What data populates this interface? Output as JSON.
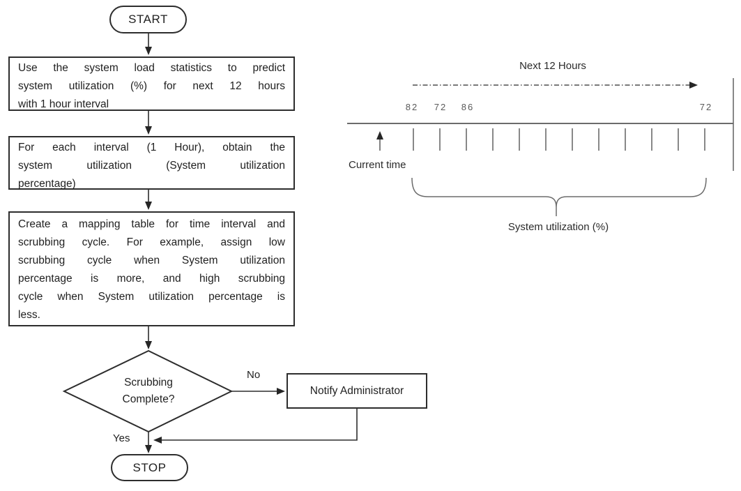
{
  "flowchart": {
    "start_label": "START",
    "stop_label": "STOP",
    "step_predict": {
      "lines": [
        "Use the system load statistics to predict",
        "system utilization (%) for next 12 hours",
        "with 1 hour interval"
      ]
    },
    "step_obtain": {
      "lines": [
        "For each interval (1 Hour), obtain the",
        "system utilization (System utilization",
        "percentage)"
      ]
    },
    "step_mapping": {
      "lines": [
        "Create a mapping table for time interval and",
        "scrubbing cycle. For example, assign low",
        "scrubbing cycle when System utilization",
        "percentage is more, and high scrubbing",
        "cycle when System utilization percentage is",
        "less."
      ]
    },
    "decision": {
      "lines": [
        "Scrubbing",
        "Complete?"
      ],
      "no_label": "No",
      "yes_label": "Yes"
    },
    "notify_label": "Notify Administrator"
  },
  "timeline": {
    "title": "Next 12 Hours",
    "interval_count": 12,
    "utilization_values": [
      "82",
      "72",
      "86",
      "72"
    ],
    "current_time_label": "Current time",
    "brace_label": "System utilization (%)"
  },
  "colors": {
    "flow_stroke": "#2d2d2d",
    "timeline_stroke": "#6b6b6b",
    "number_gray": "#595959",
    "background": "#ffffff"
  }
}
